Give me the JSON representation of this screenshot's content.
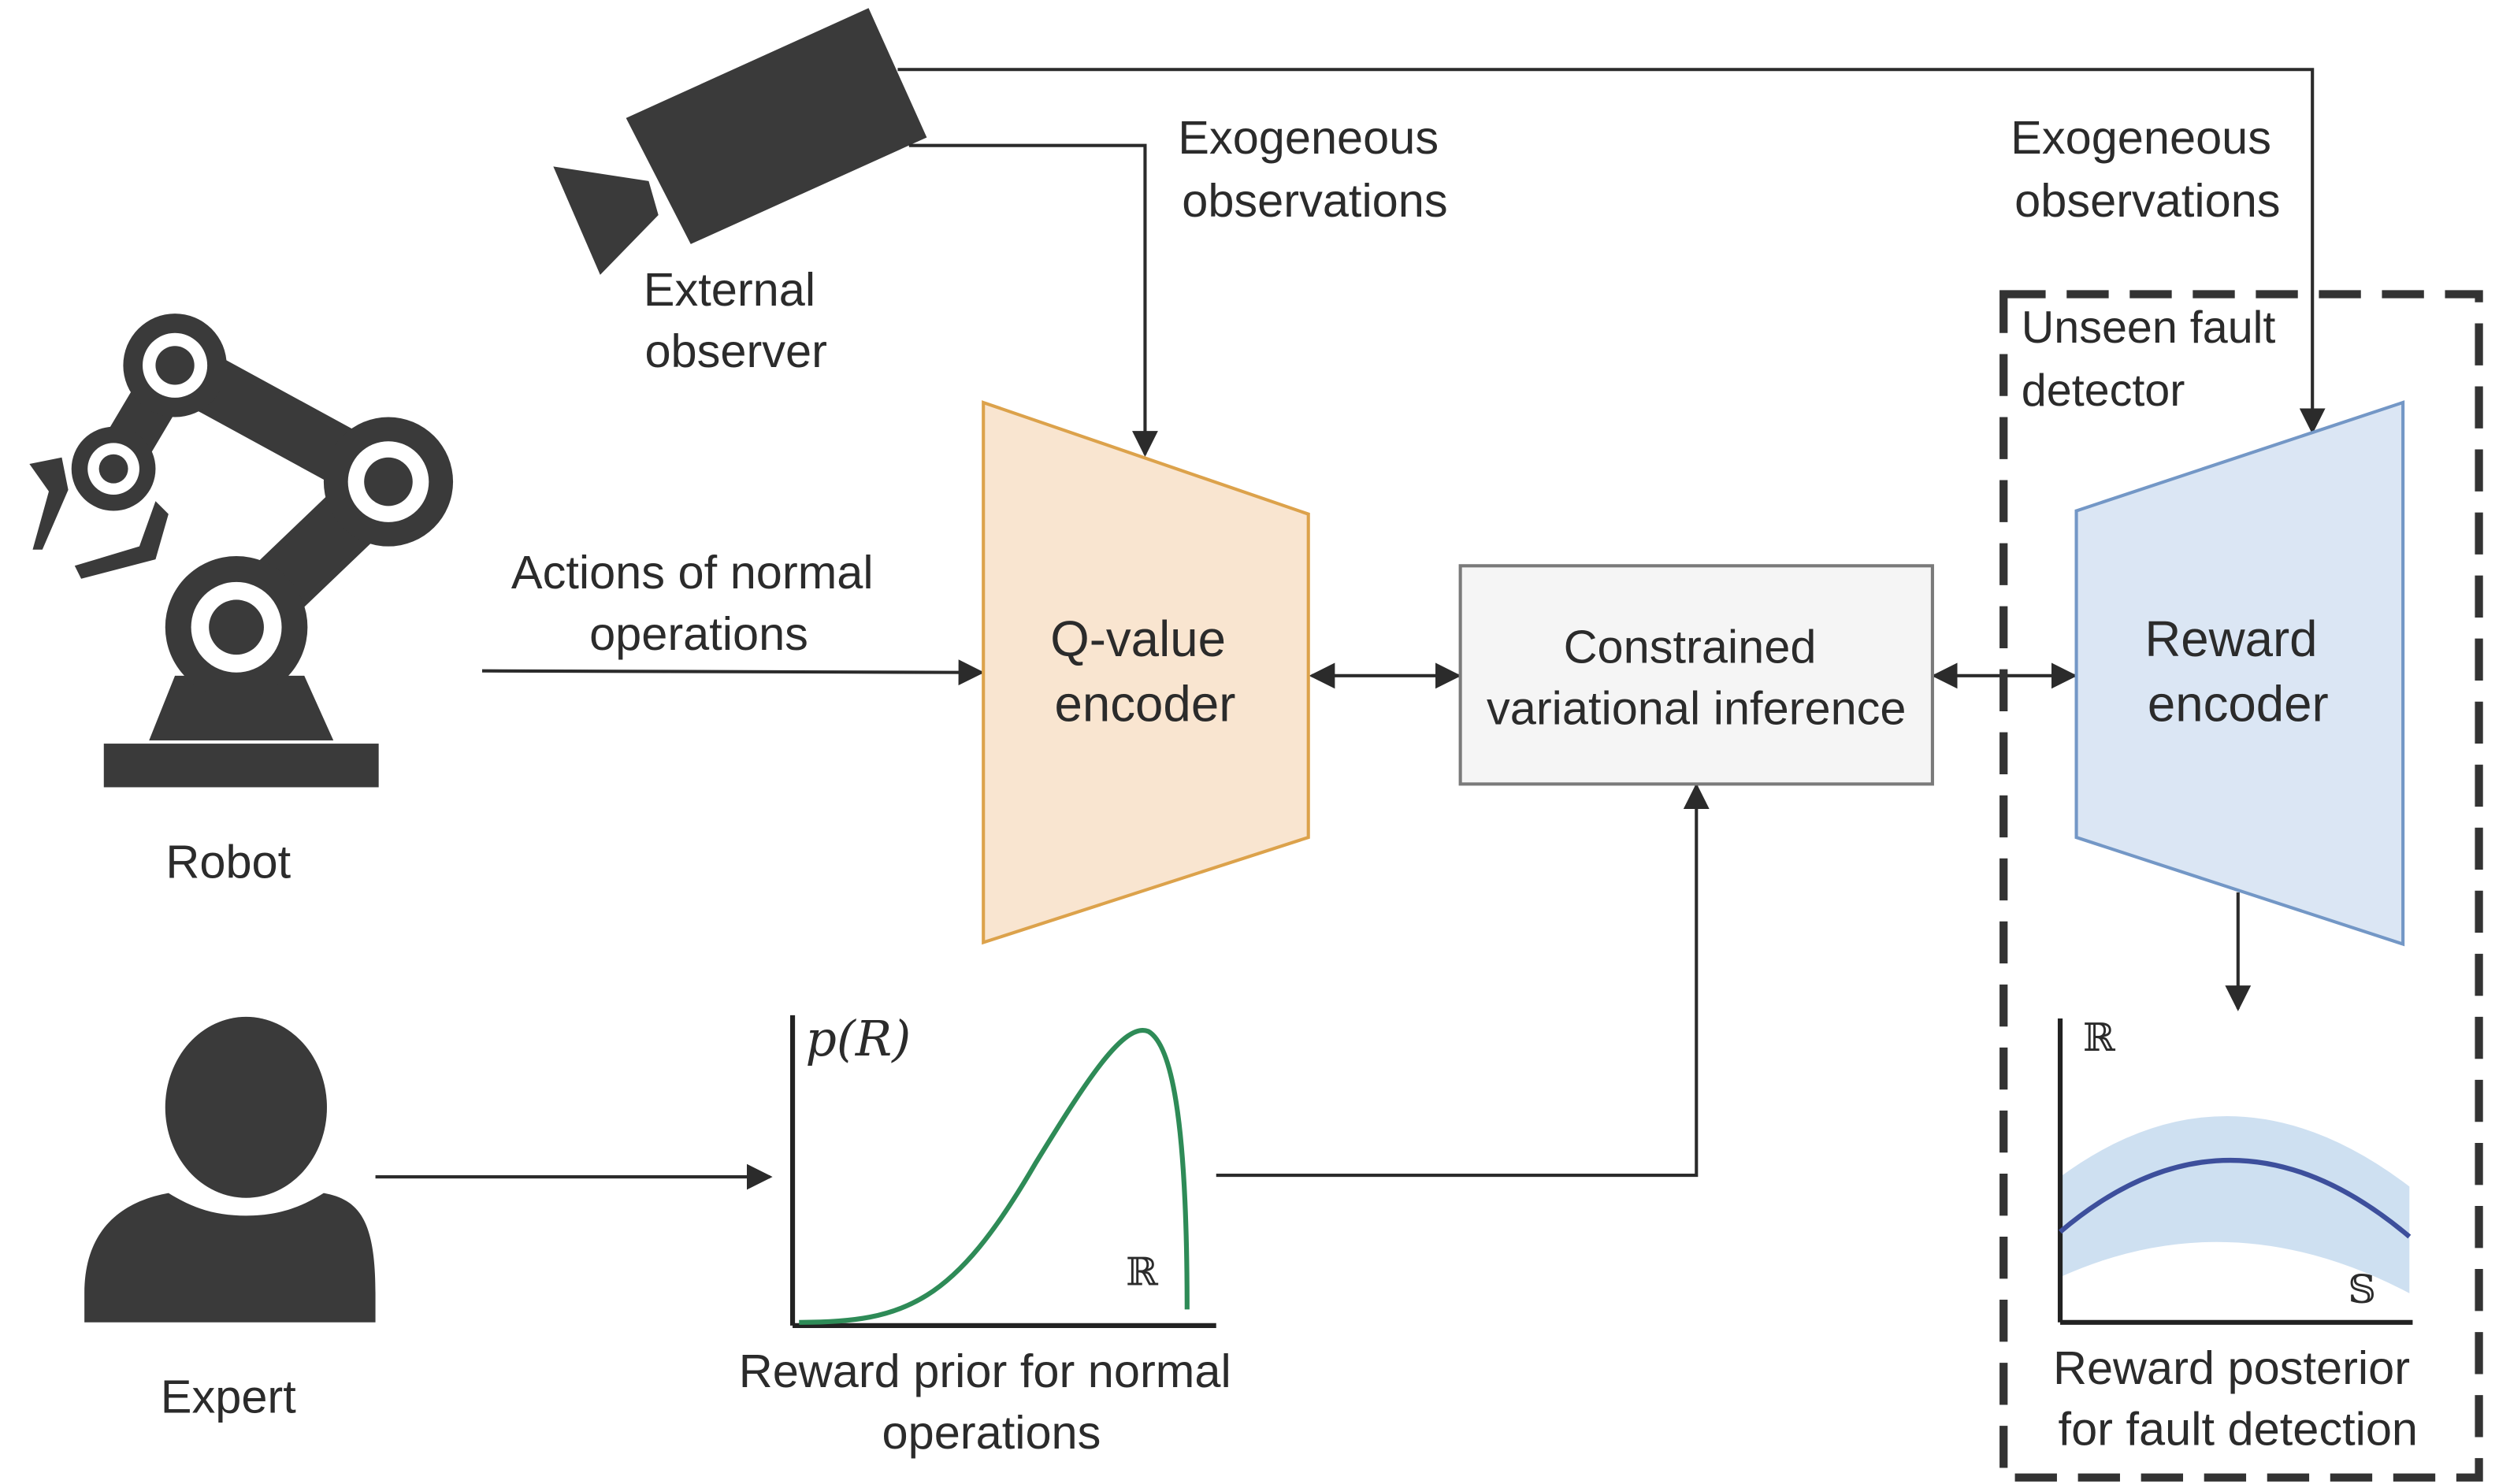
{
  "colors": {
    "ink": "#2b2b2b",
    "q_fill": "#f9e5d0",
    "q_stroke": "#dca24b",
    "r_fill": "#dbe6f4",
    "r_stroke": "#7397c6",
    "cvi_fill": "#f5f5f5",
    "cvi_stroke": "#7a7a7a",
    "prior_curve": "#2e8b57",
    "posterior_line": "#3d4f9c",
    "posterior_band": "#c6dbee"
  },
  "icons": {
    "robot": "robot-arm-icon",
    "camera": "video-camera-icon",
    "expert": "person-icon"
  },
  "labels": {
    "external_observer": [
      "External",
      "observer"
    ],
    "robot": "Robot",
    "expert": "Expert",
    "exo_left": [
      "Exogeneous",
      "observations"
    ],
    "exo_right": [
      "Exogeneous",
      "observations"
    ],
    "actions": [
      "Actions of normal",
      "operations"
    ],
    "q_encoder": [
      "Q-value",
      "encoder"
    ],
    "cvi": [
      "Constrained",
      "variational inference"
    ],
    "reward_encoder": [
      "Reward",
      "encoder"
    ],
    "fault_detector": [
      "Unseen fault",
      "detector"
    ],
    "prior_caption": [
      "Reward prior for normal",
      "operations"
    ],
    "posterior_caption": [
      "Reward posterior",
      "for fault detection"
    ],
    "prior_ylabel": "p(R)",
    "prior_xlabel": "ℝ",
    "posterior_ylabel": "ℝ",
    "posterior_xlabel": "𝕊"
  }
}
